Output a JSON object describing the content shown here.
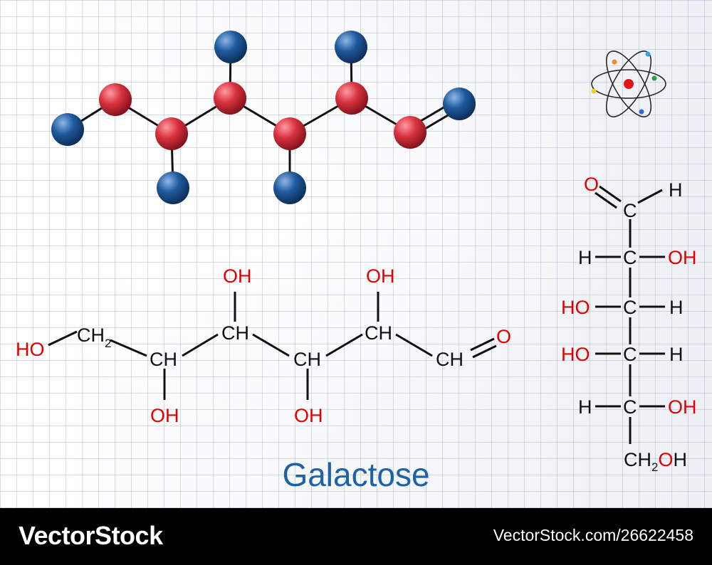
{
  "title": "Galactose",
  "footer": {
    "brand": "VectorStock",
    "stock_id": "VectorStock.com/26622458"
  },
  "colors": {
    "carbon_oxygen_atom": "#d8323e",
    "hydrogen_atom": "#1f5a9e",
    "heteroatom_text": "#e00000",
    "title_text": "#1d62a8",
    "bond": "#111111"
  },
  "icons": {
    "top_right": "atom-icon"
  },
  "skeletal": {
    "labels": [
      "HO",
      "CH",
      "2",
      "CH",
      "OH",
      "CH",
      "OH",
      "CH",
      "OH",
      "CH",
      "OH",
      "CH",
      "O"
    ]
  },
  "fischer": {
    "top_o": "O",
    "top_h": "H",
    "c": "C",
    "h": "H",
    "oh": "OH",
    "ho": "HO",
    "o": "O",
    "bottom_ch": "CH",
    "bottom_2": "2",
    "bottom_oh": "OH"
  }
}
